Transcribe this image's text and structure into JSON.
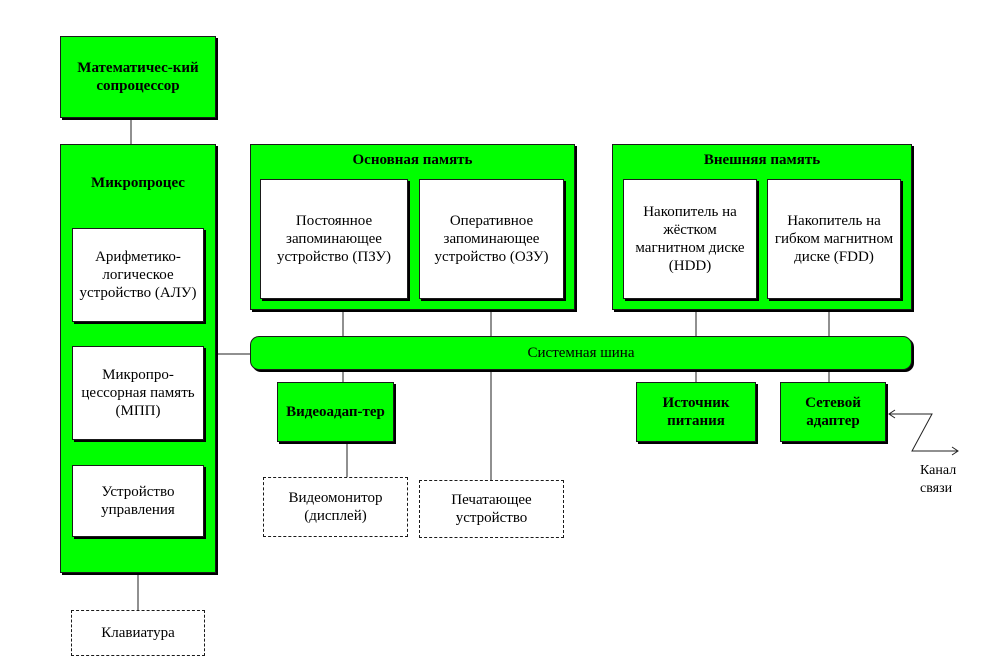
{
  "coprocessor": {
    "label": "Математичес-кий сопроцессор"
  },
  "microprocessor": {
    "title": "Микропроцес",
    "alu": "Арифметико-логическое устройство (АЛУ)",
    "mpp": "Микропро-цессорная память (МПП)",
    "control": "Устройство управления"
  },
  "keyboard": {
    "label": "Клавиатура"
  },
  "main_memory": {
    "title": "Основная память",
    "rom": "Постоянное запоминающее устройство (ПЗУ)",
    "ram": "Оперативное запоминающее устройство (ОЗУ)"
  },
  "external_memory": {
    "title": "Внешняя память",
    "hdd": "Накопитель на жёстком магнитном диске (HDD)",
    "fdd": "Накопитель на гибком магнитном диске (FDD)"
  },
  "system_bus": {
    "label": "Системная шина"
  },
  "video_adapter": {
    "label": "Видеоадап-тер"
  },
  "power_supply": {
    "label": "Источник питания"
  },
  "network_adapter": {
    "label": "Сетевой адаптер"
  },
  "video_monitor": {
    "label": "Видеомонитор (дисплей)"
  },
  "printer": {
    "label": "Печатающее устройство"
  },
  "comm_channel": {
    "label": "Канал связи"
  },
  "colors": {
    "block_fill": "#00ff00",
    "border": "#1a1a1a",
    "background": "#ffffff"
  }
}
